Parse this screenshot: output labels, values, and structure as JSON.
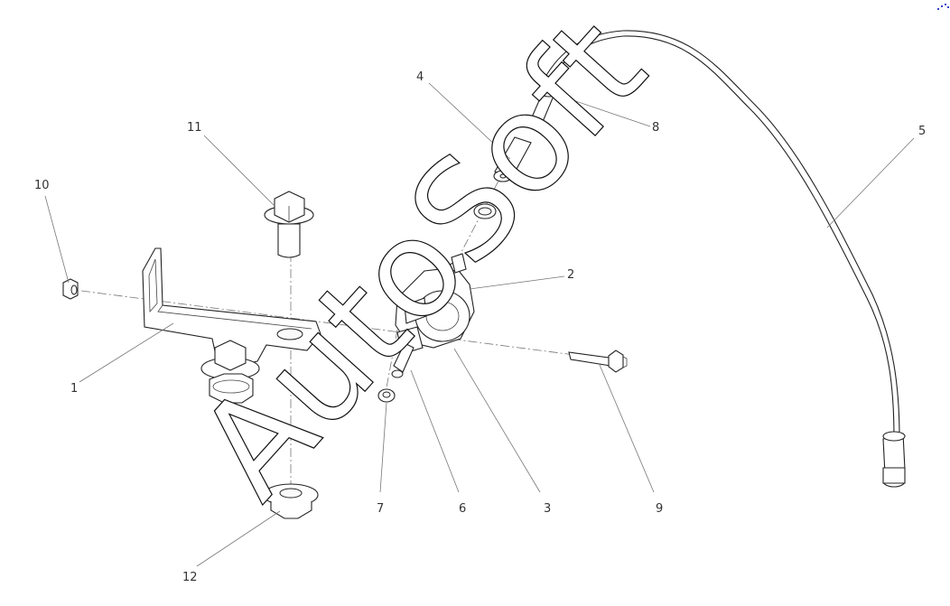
{
  "diagram": {
    "callouts": [
      {
        "id": "1",
        "label": "1"
      },
      {
        "id": "2",
        "label": "2"
      },
      {
        "id": "3",
        "label": "3"
      },
      {
        "id": "4",
        "label": "4"
      },
      {
        "id": "5",
        "label": "5"
      },
      {
        "id": "6",
        "label": "6"
      },
      {
        "id": "7",
        "label": "7"
      },
      {
        "id": "8",
        "label": "8"
      },
      {
        "id": "9",
        "label": "9"
      },
      {
        "id": "10",
        "label": "10"
      },
      {
        "id": "11",
        "label": "11"
      },
      {
        "id": "12",
        "label": "12"
      }
    ],
    "watermark": "AutoSoft",
    "colors": {
      "line": "#222222",
      "leader": "#777777",
      "label": "#333333",
      "background": "#ffffff",
      "corner_mark": "#3344cc"
    }
  }
}
